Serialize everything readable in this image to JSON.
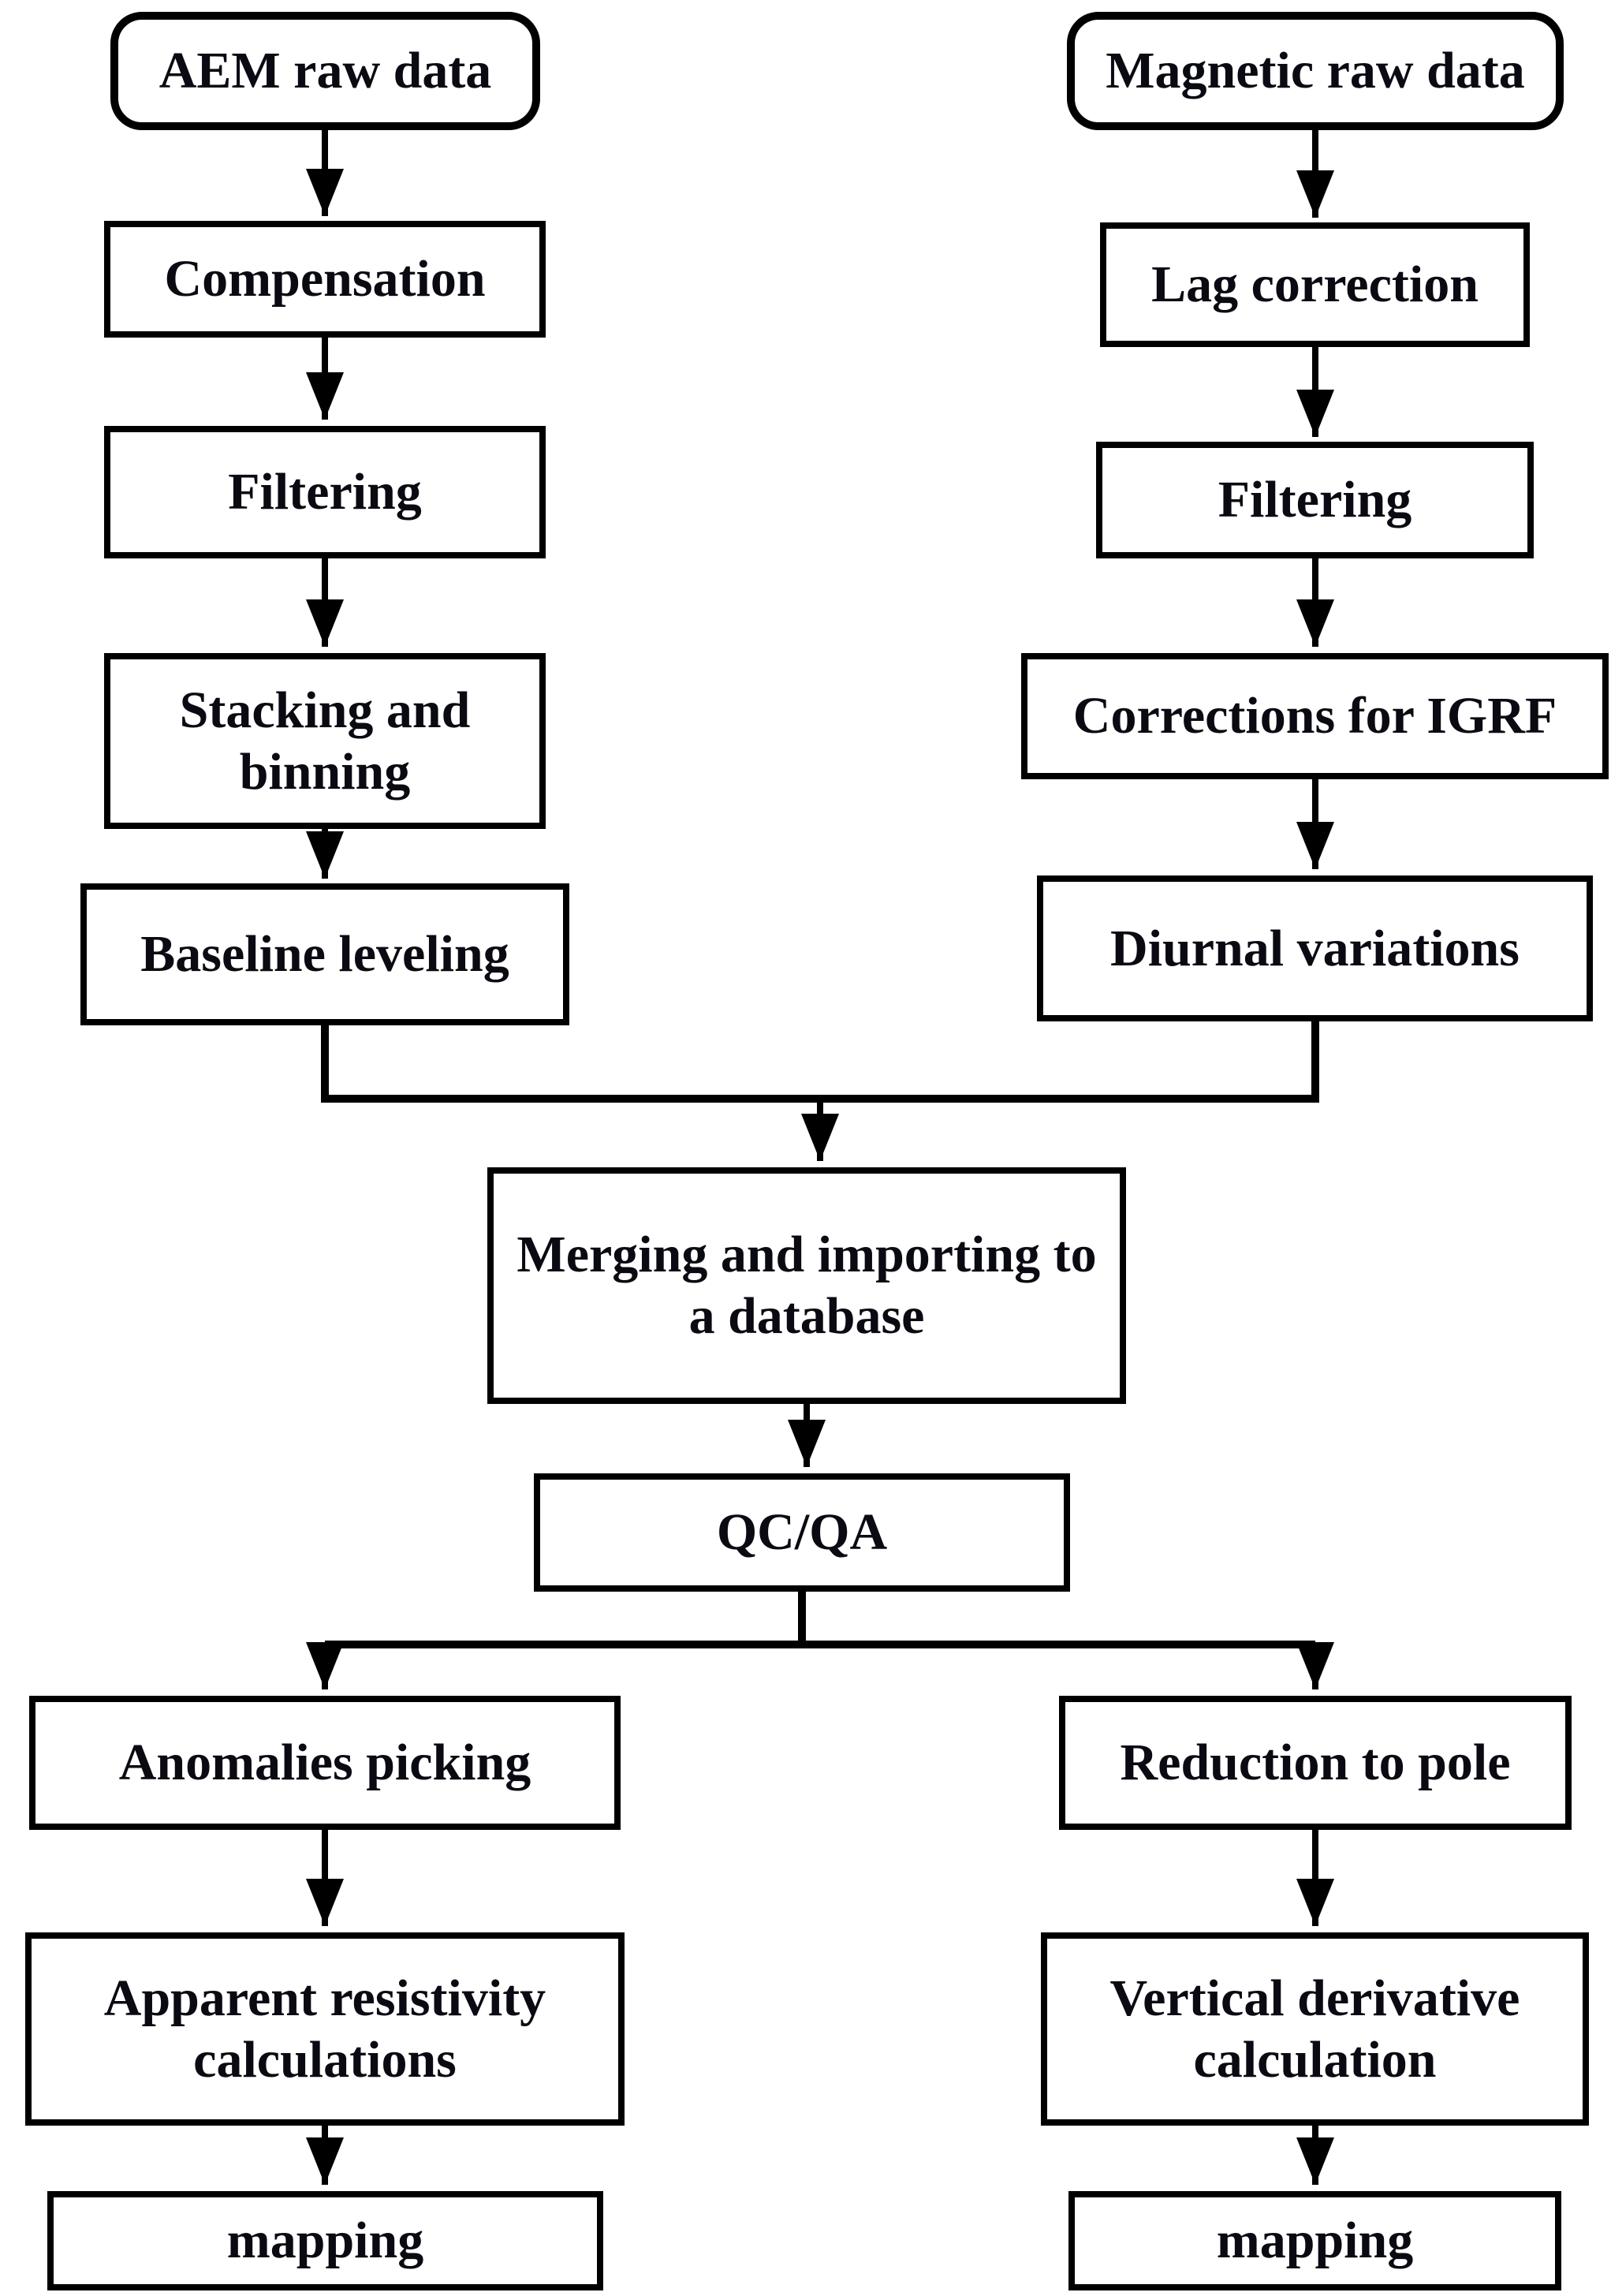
{
  "figure": {
    "type": "flowchart",
    "background_color": "#ffffff",
    "stroke_color": "#000000",
    "text_color": "#0a0a12",
    "nodes": {
      "aem_raw": {
        "label": "AEM raw data",
        "shape": "rounded"
      },
      "compensation": {
        "label": "Compensation",
        "shape": "rect"
      },
      "filtering_aem": {
        "label": "Filtering",
        "shape": "rect"
      },
      "stacking_binning": {
        "label": "Stacking and binning",
        "shape": "rect"
      },
      "baseline_leveling": {
        "label": "Baseline leveling",
        "shape": "rect"
      },
      "magnetic_raw": {
        "label": "Magnetic raw data",
        "shape": "rounded"
      },
      "lag_correction": {
        "label": "Lag correction",
        "shape": "rect"
      },
      "filtering_mag": {
        "label": "Filtering",
        "shape": "rect"
      },
      "igrf_corrections": {
        "label": "Corrections for IGRF",
        "shape": "rect"
      },
      "diurnal_variations": {
        "label": "Diurnal variations",
        "shape": "rect"
      },
      "merging_database": {
        "label": "Merging and importing to a database",
        "shape": "rect"
      },
      "qc_qa": {
        "label": "QC/QA",
        "shape": "rect"
      },
      "anomalies_picking": {
        "label": "Anomalies picking",
        "shape": "rect"
      },
      "apparent_resistivity": {
        "label": "Apparent resistivity calculations",
        "shape": "rect"
      },
      "mapping_aem": {
        "label": "mapping",
        "shape": "rect"
      },
      "reduction_to_pole": {
        "label": "Reduction to pole",
        "shape": "rect"
      },
      "vertical_derivative": {
        "label": "Vertical derivative calculation",
        "shape": "rect"
      },
      "mapping_mag": {
        "label": "mapping",
        "shape": "rect"
      }
    },
    "edges": [
      {
        "from": "aem_raw",
        "to": "compensation"
      },
      {
        "from": "compensation",
        "to": "filtering_aem"
      },
      {
        "from": "filtering_aem",
        "to": "stacking_binning"
      },
      {
        "from": "stacking_binning",
        "to": "baseline_leveling"
      },
      {
        "from": "magnetic_raw",
        "to": "lag_correction"
      },
      {
        "from": "lag_correction",
        "to": "filtering_mag"
      },
      {
        "from": "filtering_mag",
        "to": "igrf_corrections"
      },
      {
        "from": "igrf_corrections",
        "to": "diurnal_variations"
      },
      {
        "from": "baseline_leveling",
        "to": "merging_database"
      },
      {
        "from": "diurnal_variations",
        "to": "merging_database"
      },
      {
        "from": "merging_database",
        "to": "qc_qa"
      },
      {
        "from": "qc_qa",
        "to": "anomalies_picking"
      },
      {
        "from": "qc_qa",
        "to": "reduction_to_pole"
      },
      {
        "from": "anomalies_picking",
        "to": "apparent_resistivity"
      },
      {
        "from": "apparent_resistivity",
        "to": "mapping_aem"
      },
      {
        "from": "reduction_to_pole",
        "to": "vertical_derivative"
      },
      {
        "from": "vertical_derivative",
        "to": "mapping_mag"
      }
    ]
  }
}
